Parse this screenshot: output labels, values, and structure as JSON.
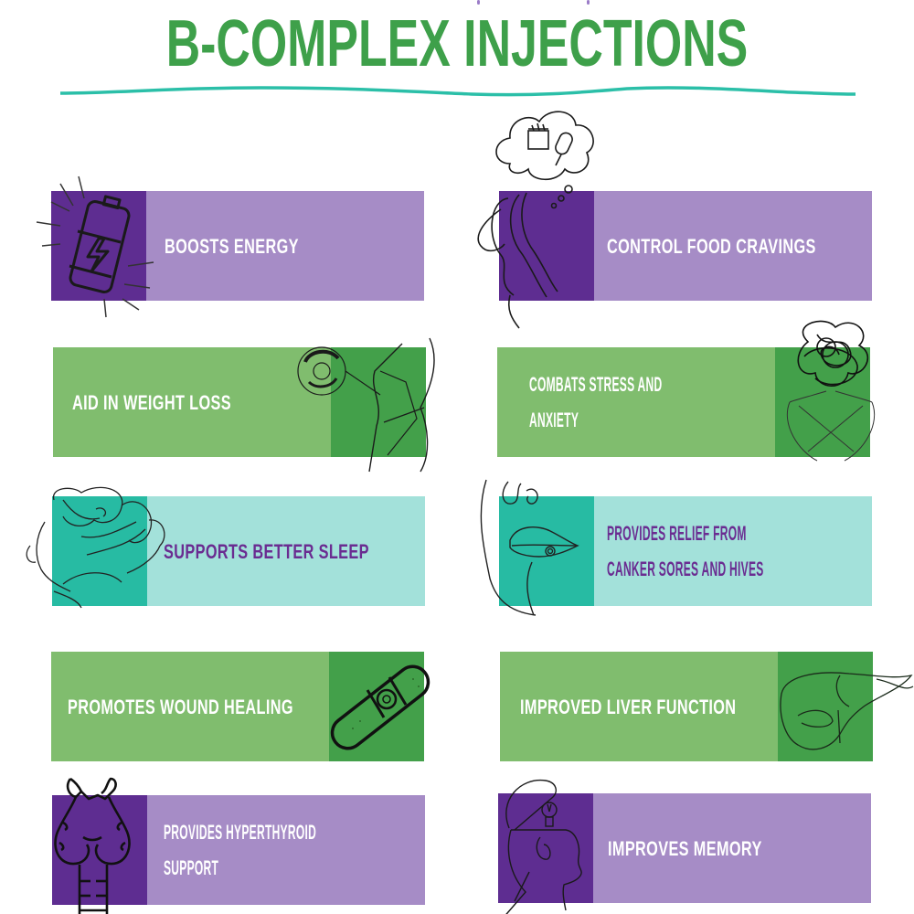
{
  "header": {
    "title": "B-COMPLEX INJECTIONS"
  },
  "colors": {
    "title_green": "#3ea04a",
    "divider_teal": "#2bbfa8",
    "purple_dark": "#5e2d91",
    "purple_light": "#a68cc6",
    "green_dark": "#43a04a",
    "green_light": "#80bd6e",
    "teal_dark": "#27bba3",
    "teal_light": "#a3e1da",
    "text_white": "#ffffff",
    "text_purple": "#6a2c91"
  },
  "benefits": [
    {
      "label": "BOOSTS ENERGY",
      "lines": [
        "BOOSTS ENERGY"
      ],
      "theme": "purple",
      "icon": "battery-icon"
    },
    {
      "label": "CONTROL FOOD CRAVINGS",
      "lines": [
        "CONTROL FOOD CRAVINGS"
      ],
      "theme": "purple",
      "icon": "food-craving-thought-icon"
    },
    {
      "label": "AID IN WEIGHT LOSS",
      "lines": [
        "AID IN WEIGHT LOSS"
      ],
      "theme": "green",
      "icon": "measuring-tape-body-icon"
    },
    {
      "label": "COMBATS STRESS AND ANXIETY",
      "lines": [
        "COMBATS STRESS AND",
        "ANXIETY"
      ],
      "theme": "green",
      "icon": "stressed-person-icon"
    },
    {
      "label": "SUPPORTS BETTER SLEEP",
      "lines": [
        "SUPPORTS BETTER SLEEP"
      ],
      "theme": "teal",
      "icon": "sleeping-person-icon"
    },
    {
      "label": "PROVIDES RELIEF FROM CANKER SORES AND HIVES",
      "lines": [
        "PROVIDES RELIEF FROM",
        "CANKER SORES AND HIVES"
      ],
      "theme": "teal",
      "icon": "lips-sore-icon"
    },
    {
      "label": "PROMOTES WOUND HEALING",
      "lines": [
        "PROMOTES WOUND HEALING"
      ],
      "theme": "green",
      "icon": "bandage-icon"
    },
    {
      "label": "IMPROVED LIVER FUNCTION",
      "lines": [
        "IMPROVED LIVER FUNCTION"
      ],
      "theme": "green",
      "icon": "liver-icon"
    },
    {
      "label": "PROVIDES HYPERTHYROID SUPPORT",
      "lines": [
        "PROVIDES HYPERTHYROID",
        "SUPPORT"
      ],
      "theme": "purple",
      "icon": "thyroid-icon"
    },
    {
      "label": "IMPROVES MEMORY",
      "lines": [
        "IMPROVES MEMORY"
      ],
      "theme": "purple",
      "icon": "head-lightbulb-icon"
    }
  ]
}
